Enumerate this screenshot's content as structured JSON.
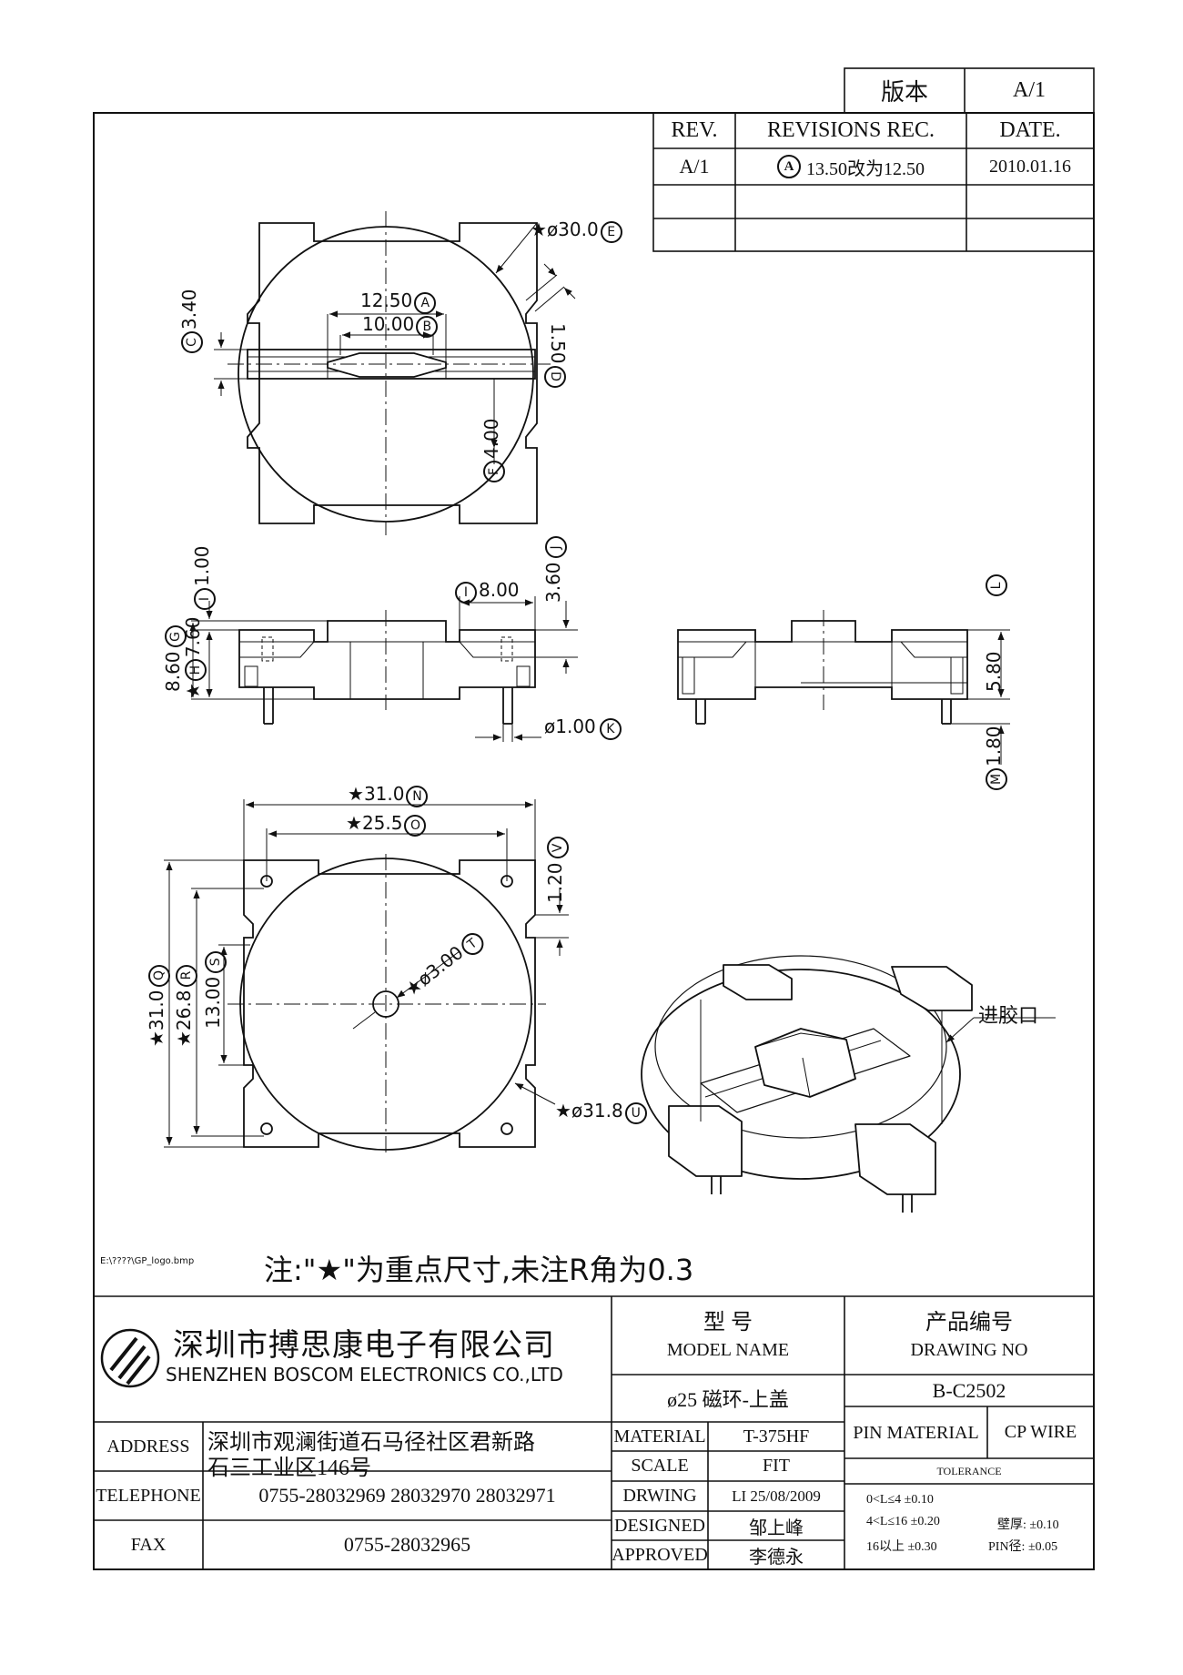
{
  "version_box": {
    "label": "版本",
    "value": "A/1"
  },
  "revisions": {
    "headers": {
      "rev": "REV.",
      "rec": "REVISIONS REC.",
      "date": "DATE."
    },
    "rows": [
      {
        "rev": "A/1",
        "mark": "A",
        "text": "13.50改为12.50",
        "date": "2010.01.16"
      }
    ]
  },
  "dims": {
    "A": {
      "value": "12.50",
      "tag": "A"
    },
    "B": {
      "value": "10.00",
      "tag": "B"
    },
    "C": {
      "value": "3.40",
      "tag": "C"
    },
    "D": {
      "value": "1.50",
      "tag": "D"
    },
    "E": {
      "value": "ø30.0",
      "tag": "E"
    },
    "F": {
      "value": "4.00",
      "tag": "F"
    },
    "G": {
      "value": "8.60",
      "tag": "G"
    },
    "H": {
      "value": "7.60",
      "tag": "H"
    },
    "I": {
      "value": "1.00",
      "tag": "I"
    },
    "I2": {
      "value": "8.00",
      "tag": "I"
    },
    "J": {
      "value": "3.60",
      "tag": "J"
    },
    "K": {
      "value": "ø1.00",
      "tag": "K"
    },
    "L": {
      "value": "5.80",
      "tag": "L"
    },
    "M": {
      "value": "1.80",
      "tag": "M"
    },
    "N": {
      "value": "31.0",
      "tag": "N"
    },
    "O": {
      "value": "25.5",
      "tag": "O"
    },
    "Q": {
      "value": "31.0",
      "tag": "Q"
    },
    "R": {
      "value": "26.8",
      "tag": "R"
    },
    "S": {
      "value": "13.00",
      "tag": "S"
    },
    "T": {
      "value": "ø3.00",
      "tag": "T"
    },
    "U": {
      "value": "ø31.8",
      "tag": "U"
    },
    "V": {
      "value": "1.20",
      "tag": "V"
    }
  },
  "star": "★",
  "inlet_label": "进胶口",
  "logo_path": "E:\\????\\GP_logo.bmp",
  "note": "注:\"★\"为重点尺寸,未注R角为0.3",
  "title_block": {
    "company_cn": "深圳市搏思康电子有限公司",
    "company_en": "SHENZHEN BOSCOM ELECTRONICS CO.,LTD",
    "model_label_cn": "型    号",
    "model_label_en": "MODEL NAME",
    "model_value": "ø25 磁环-上盖",
    "drawing_no_label_cn": "产品编号",
    "drawing_no_label_en": "DRAWING NO",
    "drawing_no_value": "B-C2502",
    "address_label": "ADDRESS",
    "address_line1": "深圳市观澜街道石马径社区君新路",
    "address_line2": "石三工业区146号",
    "telephone_label": "TELEPHONE",
    "telephone_value": "0755-28032969 28032970 28032971",
    "fax_label": "FAX",
    "fax_value": "0755-28032965",
    "material_label": "MATERIAL",
    "material_value": "T-375HF",
    "scale_label": "SCALE",
    "scale_value": "FIT",
    "drwing_label": "DRWING",
    "drwing_value": "LI 25/08/2009",
    "designed_label": "DESIGNED",
    "designed_value": "邹上峰",
    "approved_label": "APPROVED",
    "approved_value": "李德永",
    "pin_material_label": "PIN MATERIAL",
    "pin_material_value": "CP WIRE",
    "tolerance_label": "TOLERANCE",
    "tol_1": "0<L≤4 ±0.10",
    "tol_2": "4<L≤16 ±0.20",
    "tol_3": "16以上    ±0.30",
    "tol_wall": "壁厚:  ±0.10",
    "tol_pin": "PIN径: ±0.05"
  }
}
